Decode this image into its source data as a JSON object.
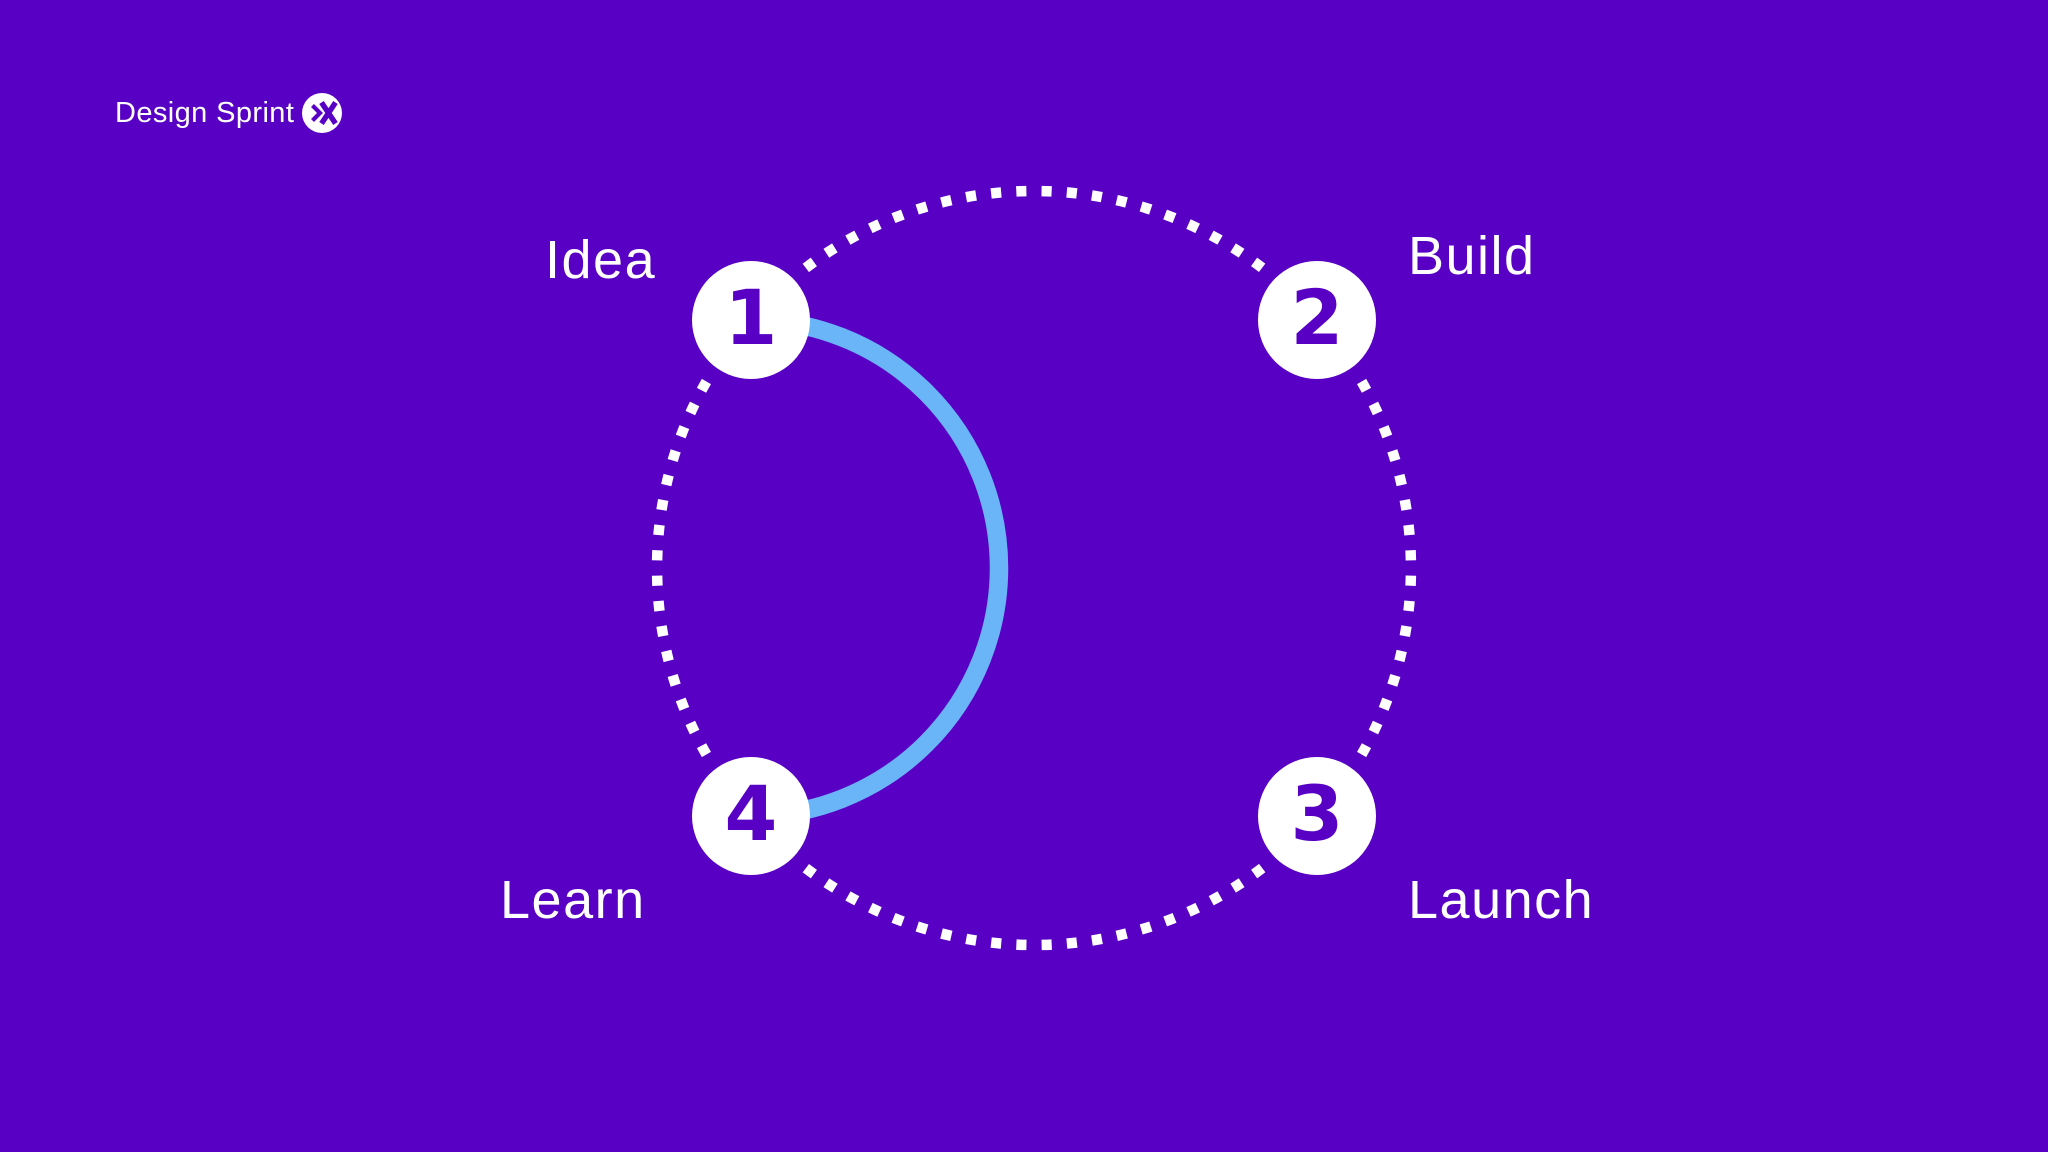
{
  "logo": {
    "text": "Design Sprint"
  },
  "colors": {
    "bg": "#5801c4",
    "node": "#ffffff",
    "number": "#5801c4",
    "dots": "#ffffff",
    "arc": "#6ab4f8",
    "text": "#ffffff"
  },
  "diagram": {
    "type": "cycle",
    "steps": [
      {
        "number": "1",
        "label": "Idea"
      },
      {
        "number": "2",
        "label": "Build"
      },
      {
        "number": "3",
        "label": "Launch"
      },
      {
        "number": "4",
        "label": "Learn"
      }
    ],
    "highlighted_connection": {
      "from_step": "1",
      "to_step": "4"
    }
  }
}
